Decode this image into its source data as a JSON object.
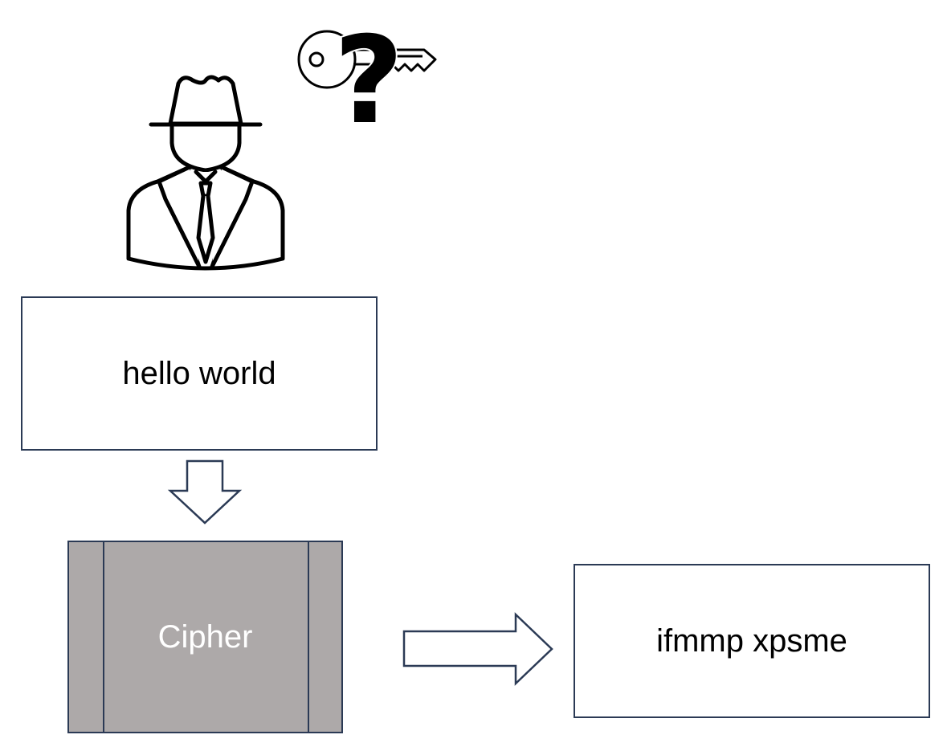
{
  "plaintext": "hello world",
  "cipher_label": "Cipher",
  "ciphertext": "ifmmp xpsme",
  "icons": {
    "attacker": "spy-person-icon",
    "unknown_key": "key-question-icon",
    "flow_down": "down-arrow-icon",
    "flow_right": "right-arrow-icon"
  },
  "colors": {
    "border": "#2b3a55",
    "cipher_fill": "#ada9a9",
    "cipher_text": "#ffffff"
  }
}
